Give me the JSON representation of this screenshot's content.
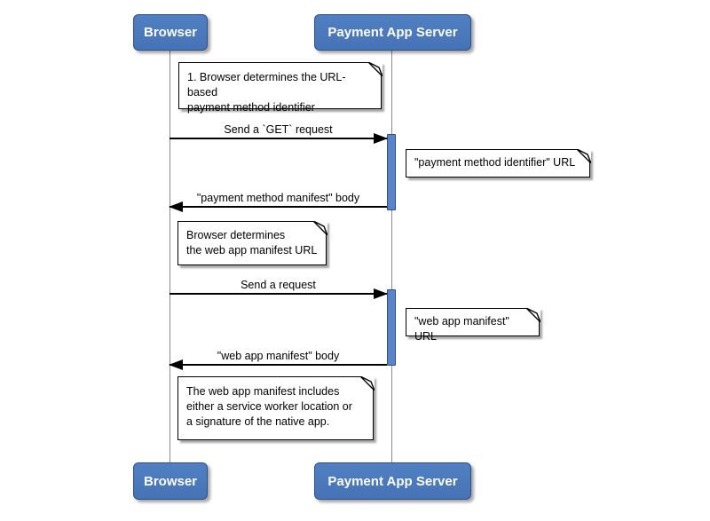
{
  "diagram_type": "uml-sequence",
  "colors": {
    "background": "#ffffff",
    "actor_fill": "#4a79bb",
    "actor_border": "#2c4f87",
    "actor_text": "#ffffff",
    "activation_fill": "#5b83cb",
    "activation_border": "#2c4f87",
    "lifeline": "#8a8a8a",
    "arrow": "#000000",
    "note_fill": "#ffffff",
    "note_border": "#000000"
  },
  "actors": {
    "browser": {
      "label": "Browser"
    },
    "payment_app_server": {
      "label": "Payment App Server"
    }
  },
  "messages": {
    "send_get_request": {
      "label": "Send a `GET` request",
      "from": "Browser",
      "to": "Payment App Server",
      "direction": "right"
    },
    "payment_method_manifest_body": {
      "label": "\"payment method manifest\" body",
      "from": "Payment App Server",
      "to": "Browser",
      "direction": "left"
    },
    "send_request": {
      "label": "Send a request",
      "from": "Browser",
      "to": "Payment App Server",
      "direction": "right"
    },
    "web_app_manifest_body": {
      "label": "\"web app manifest\" body",
      "from": "Payment App Server",
      "to": "Browser",
      "direction": "left"
    }
  },
  "notes": {
    "step1": {
      "text": "1. Browser determines the URL-based\npayment method identifier"
    },
    "payment_method_identifier_url": {
      "text": "\"payment method identifier\" URL"
    },
    "browser_determines_manifest": {
      "text": "Browser determines\nthe web app manifest URL"
    },
    "web_app_manifest_url": {
      "text": "\"web app manifest\" URL"
    },
    "web_app_manifest_contents": {
      "text": "The web app manifest includes\neither a service worker location or\na signature of the native app."
    }
  }
}
